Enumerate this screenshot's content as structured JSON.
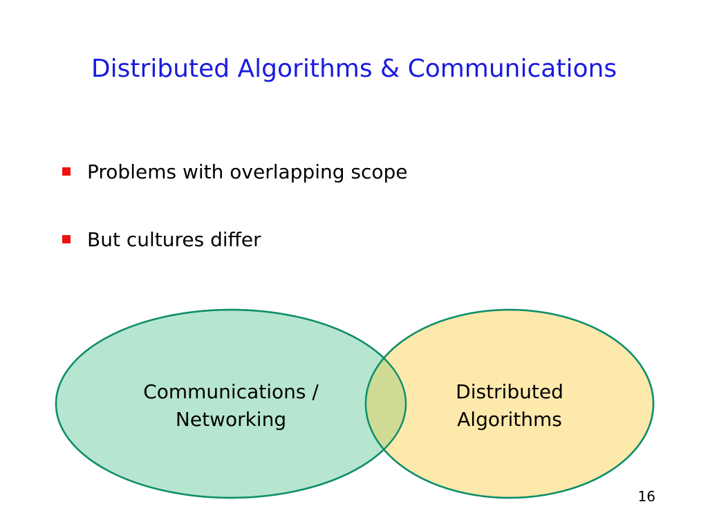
{
  "slide": {
    "title": "Distributed Algorithms & Communications",
    "bullets": [
      "Problems with overlapping scope",
      "But cultures differ"
    ],
    "page_number": "16"
  },
  "venn": {
    "left_circle": {
      "line1": "Communications /",
      "line2": "Networking",
      "fill_color": "#b7e6d0"
    },
    "right_circle": {
      "line1": "Distributed",
      "line2": "Algorithms",
      "fill_color": "#fde9ab"
    },
    "overlap_color": "#cfdb95",
    "stroke_color": "#0f8f6a"
  },
  "colors": {
    "title": "#1a1adf",
    "bullet_marker": "#ee1111"
  }
}
